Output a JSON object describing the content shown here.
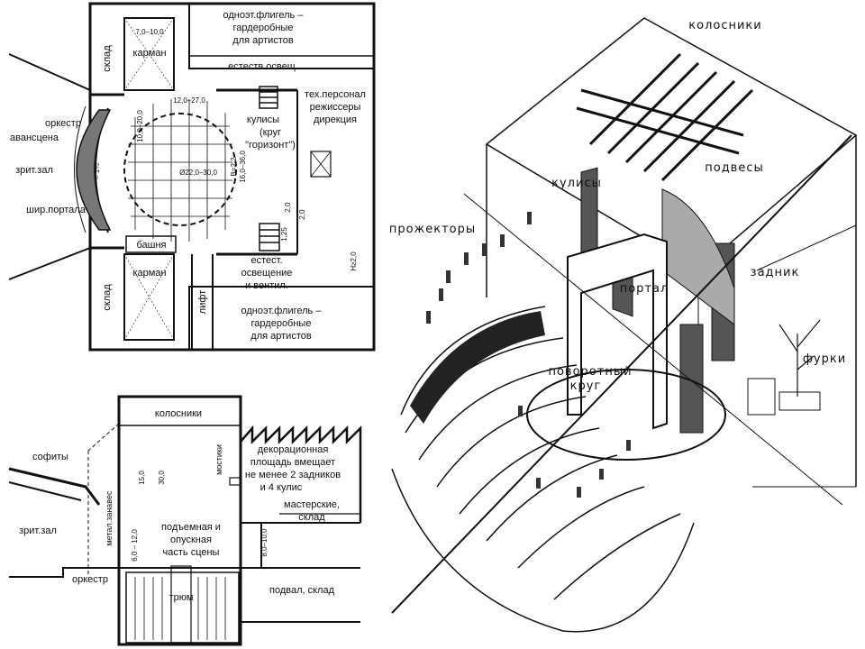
{
  "plan": {
    "labels": {
      "wing_top_1": "одноэт.флигель –",
      "wing_top_2": "гардеробные",
      "wing_top_3": "для артистов",
      "natural_light": "естеств.освещ.",
      "tech_1": "тех.персонал",
      "tech_2": "режиссеры",
      "tech_3": "дирекция",
      "wings_1": "кулисы",
      "wings_2": "(круг",
      "wings_3": "\"горизонт\")",
      "orchestra": "оркестр",
      "avanscena": "авансцена",
      "hall": "зрит.зал",
      "portal_width": "шир.портала",
      "pocket_top": "карман",
      "pocket_bottom": "карман",
      "tower": "башня",
      "storage_top": "склад",
      "storage_bottom": "склад",
      "lift": "лифт",
      "nat_vent_1": "естест.",
      "nat_vent_2": "освещение",
      "nat_vent_3": "и вентил.",
      "wing_bot_1": "одноэт.флигель –",
      "wing_bot_2": "гардеробные",
      "wing_bot_3": "для артистов"
    },
    "dims": {
      "pocket_top": "7,0–10,0",
      "circle_span": "12,0–27,0",
      "stage_depth": "10,0–20,0",
      "circle_diam": "Ø22,0–30,0",
      "stage_a": "В=2,2",
      "stage_b": "16,0–36,0",
      "side_a": "2,0",
      "side_b": "1,25",
      "side_c": "2,0",
      "corner": "Н≥2,0",
      "portal": "≈ 1½"
    }
  },
  "section": {
    "labels": {
      "grid": "колосники",
      "sofits": "софиты",
      "hall": "зрит.зал",
      "curtain": "метал.занавес",
      "bridges": "мостики",
      "scenery_1": "декорационная",
      "scenery_2": "площадь вмещает",
      "scenery_3": "не менее 2 задников",
      "scenery_4": "и 4 кулис",
      "workshops_1": "мастерские,",
      "workshops_2": "склад",
      "lift_1": "подъемная и",
      "lift_2": "опускная",
      "lift_3": "часть сцены",
      "orchestra": "оркестр",
      "hold": "трюм",
      "basement": "подвал, склад"
    },
    "dims": {
      "h1": "15,0",
      "h2": "30,0",
      "h3": "6,0 – 12,0",
      "h4": "8,0–10,0"
    }
  },
  "axon": {
    "labels": {
      "grid": "колосники",
      "wings": "кулисы",
      "hangings": "подвесы",
      "spotlights": "прожекторы",
      "backdrop": "задник",
      "portal": "портал",
      "revolving_1": "поворотный",
      "revolving_2": "круг",
      "wagons": "фурки"
    }
  }
}
